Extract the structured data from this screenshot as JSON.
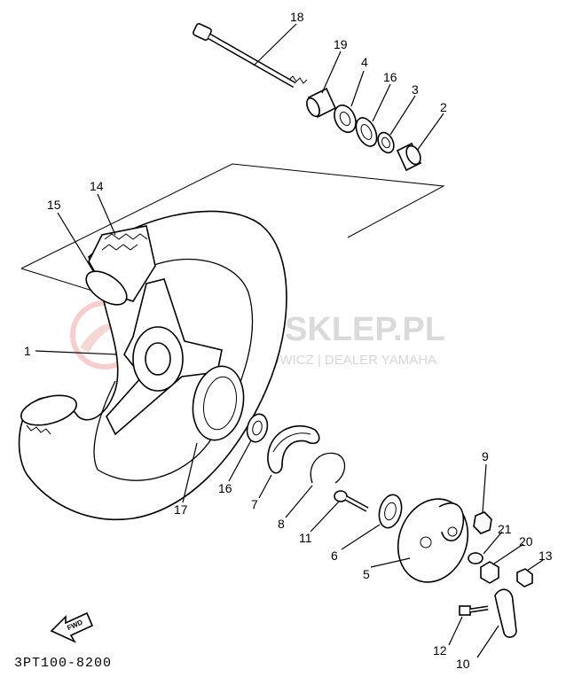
{
  "diagram": {
    "code": "3PT100-8200",
    "fwd_label": "FWD",
    "watermark": {
      "main": "YAMA-SKLEP.PL",
      "sub": "CHOWICZ | DEALER YAMAHA"
    },
    "callouts": {
      "c18": "18",
      "c19": "19",
      "c4": "4",
      "c16a": "16",
      "c3": "3",
      "c2": "2",
      "c14": "14",
      "c15": "15",
      "c1": "1",
      "c17": "17",
      "c16b": "16",
      "c7": "7",
      "c8": "8",
      "c11": "11",
      "c6": "6",
      "c5": "5",
      "c9": "9",
      "c21": "21",
      "c20": "20",
      "c13": "13",
      "c12": "12",
      "c10": "10"
    }
  }
}
